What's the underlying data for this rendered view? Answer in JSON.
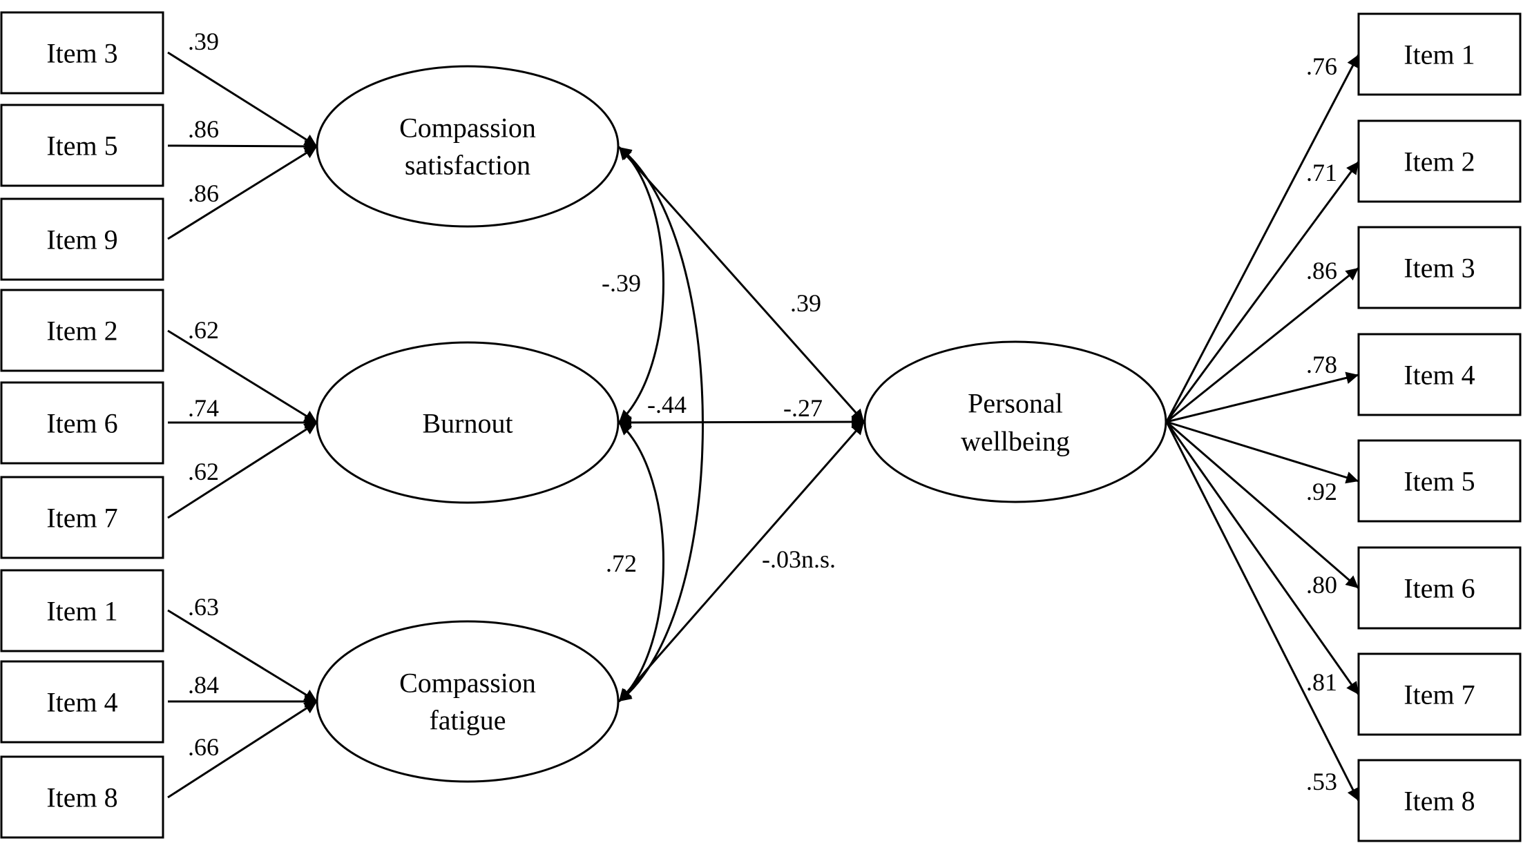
{
  "diagram": {
    "items": {
      "cs_item3": "Item 3",
      "cs_item5": "Item 5",
      "cs_item9": "Item 9",
      "bo_item2": "Item 2",
      "bo_item6": "Item 6",
      "bo_item7": "Item 7",
      "cf_item1": "Item 1",
      "cf_item4": "Item 4",
      "cf_item8": "Item 8",
      "pw_item1": "Item 1",
      "pw_item2": "Item 2",
      "pw_item3": "Item 3",
      "pw_item4": "Item 4",
      "pw_item5": "Item 5",
      "pw_item6": "Item 6",
      "pw_item7": "Item 7",
      "pw_item8": "Item 8"
    },
    "latents": {
      "compassion_satisfaction": [
        "Compassion",
        "satisfaction"
      ],
      "burnout": [
        "Burnout"
      ],
      "compassion_fatigue": [
        "Compassion",
        "fatigue"
      ],
      "personal_wellbeing": [
        "Personal",
        "wellbeing"
      ]
    },
    "loadings": {
      "cs_item3": ".39",
      "cs_item5": ".86",
      "cs_item9": ".86",
      "bo_item2": ".62",
      "bo_item6": ".74",
      "bo_item7": ".62",
      "cf_item1": ".63",
      "cf_item4": ".84",
      "cf_item8": ".66",
      "pw_item1": ".76",
      "pw_item2": ".71",
      "pw_item3": ".86",
      "pw_item4": ".78",
      "pw_item5": ".92",
      "pw_item6": ".80",
      "pw_item7": ".81",
      "pw_item8": ".53"
    },
    "correlations": {
      "cs_bo": "-.39",
      "cs_cf": "-.44",
      "bo_cf": ".72"
    },
    "paths": {
      "cs_pw": ".39",
      "bo_pw": "-.27",
      "cf_pw": "-.03n.s."
    }
  }
}
